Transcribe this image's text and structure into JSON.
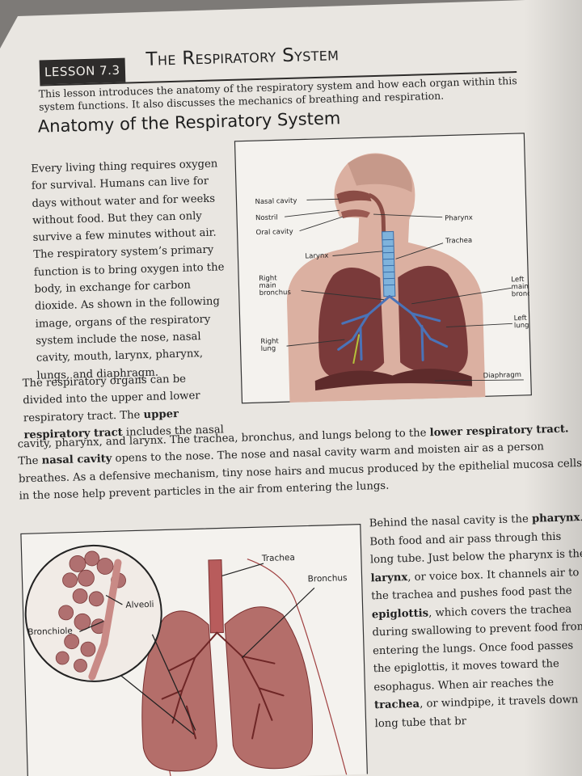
{
  "lesson": {
    "badge": "LESSON 7.3",
    "title": "The Respiratory System",
    "intro": "This lesson introduces the anatomy of the respiratory system and how each organ within this system functions. It also discusses the mechanics of breathing and respiration."
  },
  "section": {
    "heading": "Anatomy of the Respiratory System"
  },
  "paragraphs": {
    "p1": "Every living thing requires oxygen for survival. Humans can live for days without water and for weeks without food. But they can only survive a few minutes without air. The respiratory system’s primary function is to bring oxygen into the body, in exchange for carbon dioxide. As shown in the following image, organs of the respiratory system include the nose, nasal cavity, mouth, larynx, pharynx, lungs, and diaphragm.",
    "p2_a": "The respiratory organs can be divided into the upper and lower respiratory tract. The ",
    "p2_b": "upper respiratory tract",
    "p2_c": " includes the nasal",
    "p3_a": "cavity, pharynx, and larynx. The trachea, bronchus, and lungs belong to the ",
    "p3_b": "lower respiratory tract.",
    "p3_c": " The ",
    "p3_d": "nasal cavity",
    "p3_e": " opens to the nose. The nose and nasal cavity warm and moisten air as a person breathes. As a defensive mechanism, tiny nose hairs and mucus produced by the epithelial mucosa cells in the nose help prevent particles in the air from entering the lungs.",
    "p4_a": "Behind the nasal cavity is the ",
    "p4_b": "pharynx",
    "p4_c": ". Both food and air pass through this long tube. Just below the pharynx is the ",
    "p4_d": "larynx",
    "p4_e": ", or voice box. It channels air to the trachea and pushes food past the ",
    "p4_f": "epiglottis",
    "p4_g": ", which covers the trachea during swallowing to prevent food from entering the lungs. Once food passes the epiglottis, it moves toward the esophagus. When air reaches the ",
    "p4_h": "trachea",
    "p4_i": ", or windpipe, it travels down a long tube that br"
  },
  "figure1": {
    "labels": {
      "nasal_cavity": "Nasal cavity",
      "nostril": "Nostril",
      "oral_cavity": "Oral cavity",
      "larynx": "Larynx",
      "pharynx": "Pharynx",
      "trachea": "Trachea",
      "right_main_bronchus_1": "Right",
      "right_main_bronchus_2": "main",
      "right_main_bronchus_3": "bronchus",
      "left_main_bronchus_1": "Left",
      "left_main_bronchus_2": "main",
      "left_main_bronchus_3": "bronchus",
      "left_lung_1": "Left",
      "left_lung_2": "lung",
      "right_lung_1": "Right",
      "right_lung_2": "lung",
      "diaphragm": "Diaphragm"
    }
  },
  "figure2": {
    "labels": {
      "trachea": "Trachea",
      "bronchus": "Bronchus",
      "alveoli": "Alveoli",
      "bronchiole": "Bronchiole"
    }
  },
  "colors": {
    "page": "#e9e6e1",
    "badge_bg": "#2e2c2b",
    "skin": "#c99a8a",
    "lung": "#7a3a3a",
    "bronchi": "#4a73b8"
  }
}
